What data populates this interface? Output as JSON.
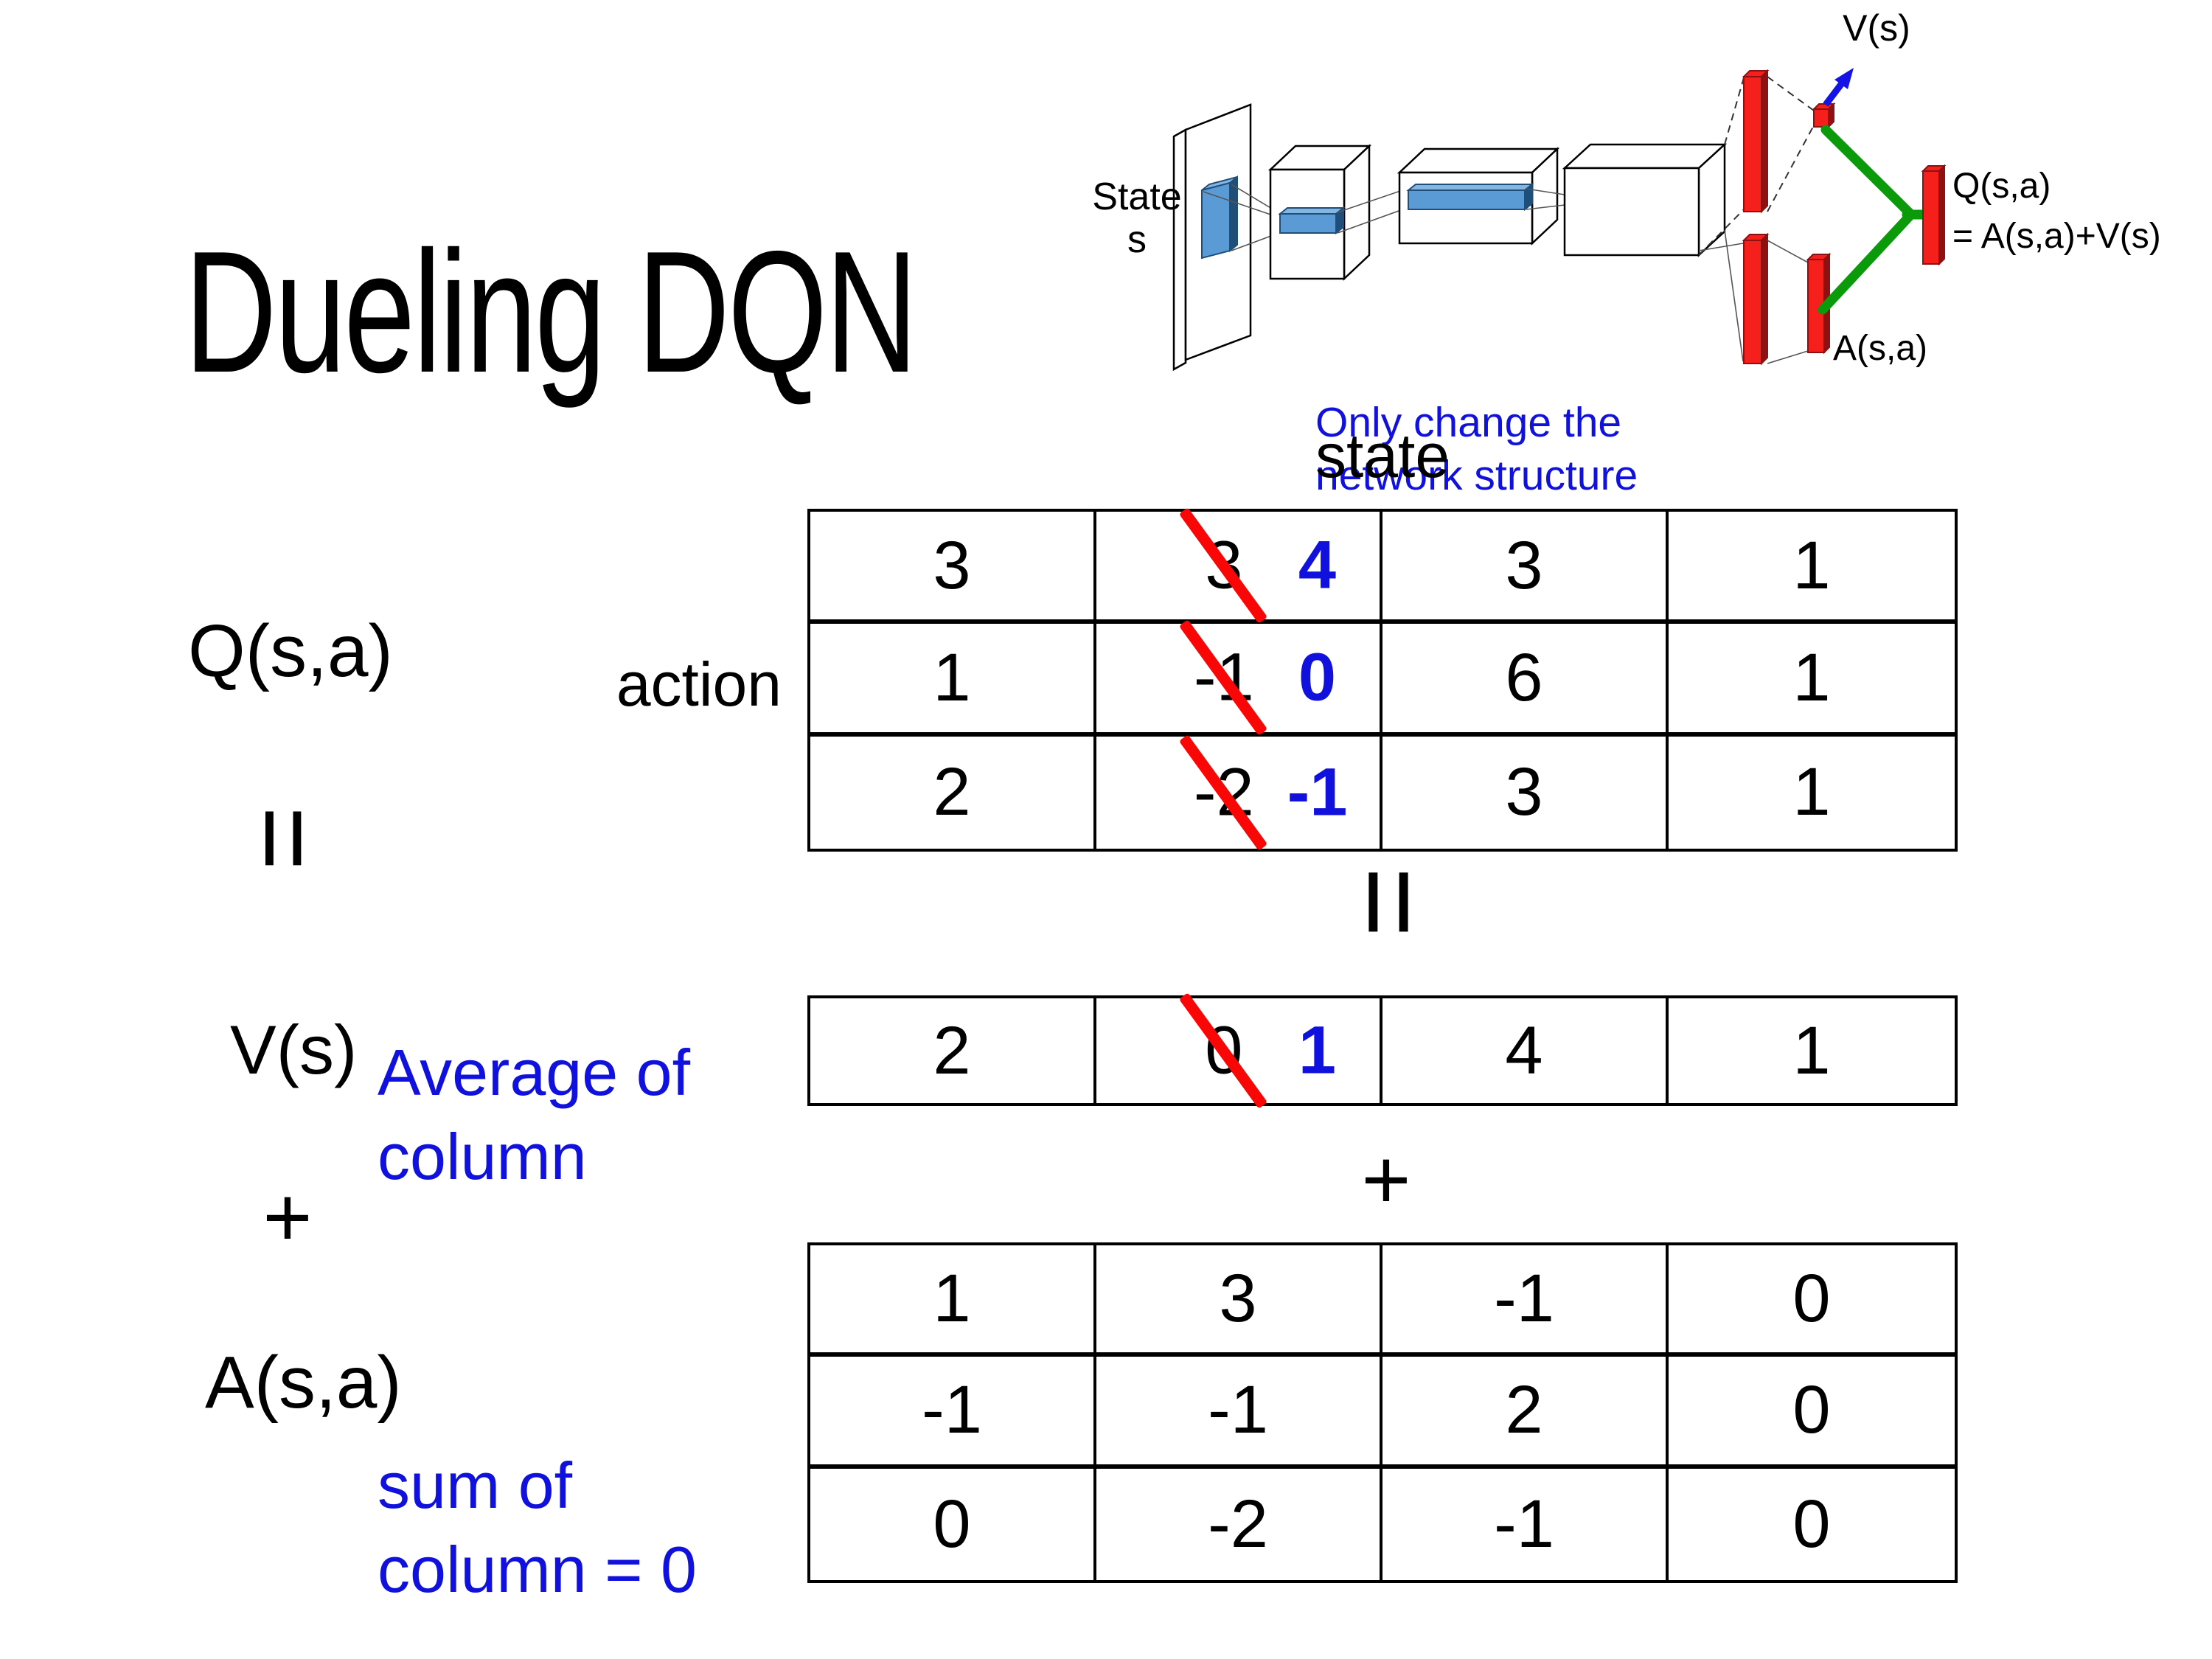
{
  "slide_title": "Dueling DQN",
  "colors": {
    "blue": "#1111dd",
    "red": "#f90606",
    "green": "#0a9a0a",
    "bar-red": "#f5201c",
    "bar-red-dark": "#8f1010",
    "conv-blue": "#5b9bd5",
    "conv-blue-light": "#84b6e4",
    "conv-blue-dark": "#1f4e79"
  },
  "diagram": {
    "state_line1": "State",
    "state_line2": "s",
    "v_out_label": "V(s)",
    "a_out_label": "A(s,a)",
    "q_out_label": "Q(s,a)",
    "q_out_formula": "= A(s,a)+V(s)",
    "note_line1": "Only change the",
    "note_line2": "network structure"
  },
  "equation": {
    "state_header": "state",
    "action_label": "action",
    "q_label": "Q(s,a)",
    "v_label": "V(s)",
    "a_label": "A(s,a)",
    "equals": "=",
    "plus": "+",
    "avg_note_line1": "Average of",
    "avg_note_line2": "column",
    "sum_note_line1": "sum of",
    "sum_note_line2": "column = 0"
  },
  "tables": {
    "q": {
      "rows": [
        [
          "3",
          {
            "old": "3",
            "new": "4"
          },
          "3",
          "1"
        ],
        [
          "1",
          {
            "old": "-1",
            "new": "0"
          },
          "6",
          "1"
        ],
        [
          "2",
          {
            "old": "-2",
            "new": "-1"
          },
          "3",
          "1"
        ]
      ]
    },
    "v": {
      "rows": [
        [
          "2",
          {
            "old": "0",
            "new": "1"
          },
          "4",
          "1"
        ]
      ]
    },
    "a": {
      "rows": [
        [
          "1",
          "3",
          "-1",
          "0"
        ],
        [
          "-1",
          "-1",
          "2",
          "0"
        ],
        [
          "0",
          "-2",
          "-1",
          "0"
        ]
      ]
    }
  }
}
